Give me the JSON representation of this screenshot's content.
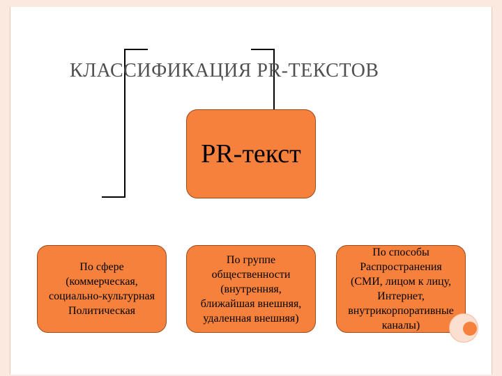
{
  "slide": {
    "title": "КЛАССИФИКАЦИЯ PR-ТЕКСТОВ"
  },
  "diagram": {
    "root": "PR-текст",
    "children": [
      {
        "lines": [
          "По сфере",
          "(коммерческая,",
          "социально-культурная",
          "Политическая"
        ]
      },
      {
        "lines": [
          "По группе",
          "общественности",
          "(внутренняя,",
          "ближайшая внешняя,",
          "удаленная внешняя)"
        ]
      },
      {
        "lines": [
          "По способы",
          "Распространения",
          "(СМИ, лицом к лицу,",
          "Интернет,",
          "внутрикорпоративные",
          "каналы)"
        ]
      }
    ]
  },
  "colors": {
    "box_fill": "#f6813d",
    "frame": "#fbe9df"
  }
}
